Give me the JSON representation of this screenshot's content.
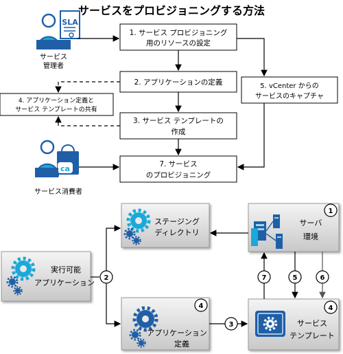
{
  "title": "サービスをプロビジョニングする方法",
  "actors": {
    "admin_label_1": "サービス",
    "admin_label_2": "管理者",
    "sla_label": "SLA",
    "consumer_label": "サービス消費者",
    "ca_logo": "ca"
  },
  "flow": {
    "step1_line1": "1. サービス プロビジョニング",
    "step1_line2": "用のリソースの設定",
    "step2": "2. アプリケーションの定義",
    "step3_line1": "3. サービス テンプレートの",
    "step3_line2": "作成",
    "step4_line1": "4. アプリケーション定義と",
    "step4_line2": "サービス テンプレートの共有",
    "step5_line1": "5. vCenter からの",
    "step5_line2": "サービスのキャプチャ",
    "step7_line1": "7. サービス",
    "step7_line2": "のプロビジョニング"
  },
  "architecture": {
    "staging_line1": "ステージング",
    "staging_line2": "ディレクトリ",
    "server_line1": "サーバ",
    "server_line2": "環境",
    "server_badge": "1",
    "executable_line1": "実行可能",
    "executable_line2": "アプリケーション",
    "appdef_line1": "アプリケーション",
    "appdef_line2": "定義",
    "appdef_badge": "4",
    "template_line1": "サービス",
    "template_line2": "テンプレート",
    "template_badge": "4",
    "marker_2": "2",
    "marker_3": "3",
    "marker_5": "5",
    "marker_6": "6",
    "marker_7": "7"
  },
  "colors": {
    "accent_blue": "#1f5fa8",
    "gear_cyan": "#1aa9d8",
    "box_gray": "#d9d9d9"
  }
}
